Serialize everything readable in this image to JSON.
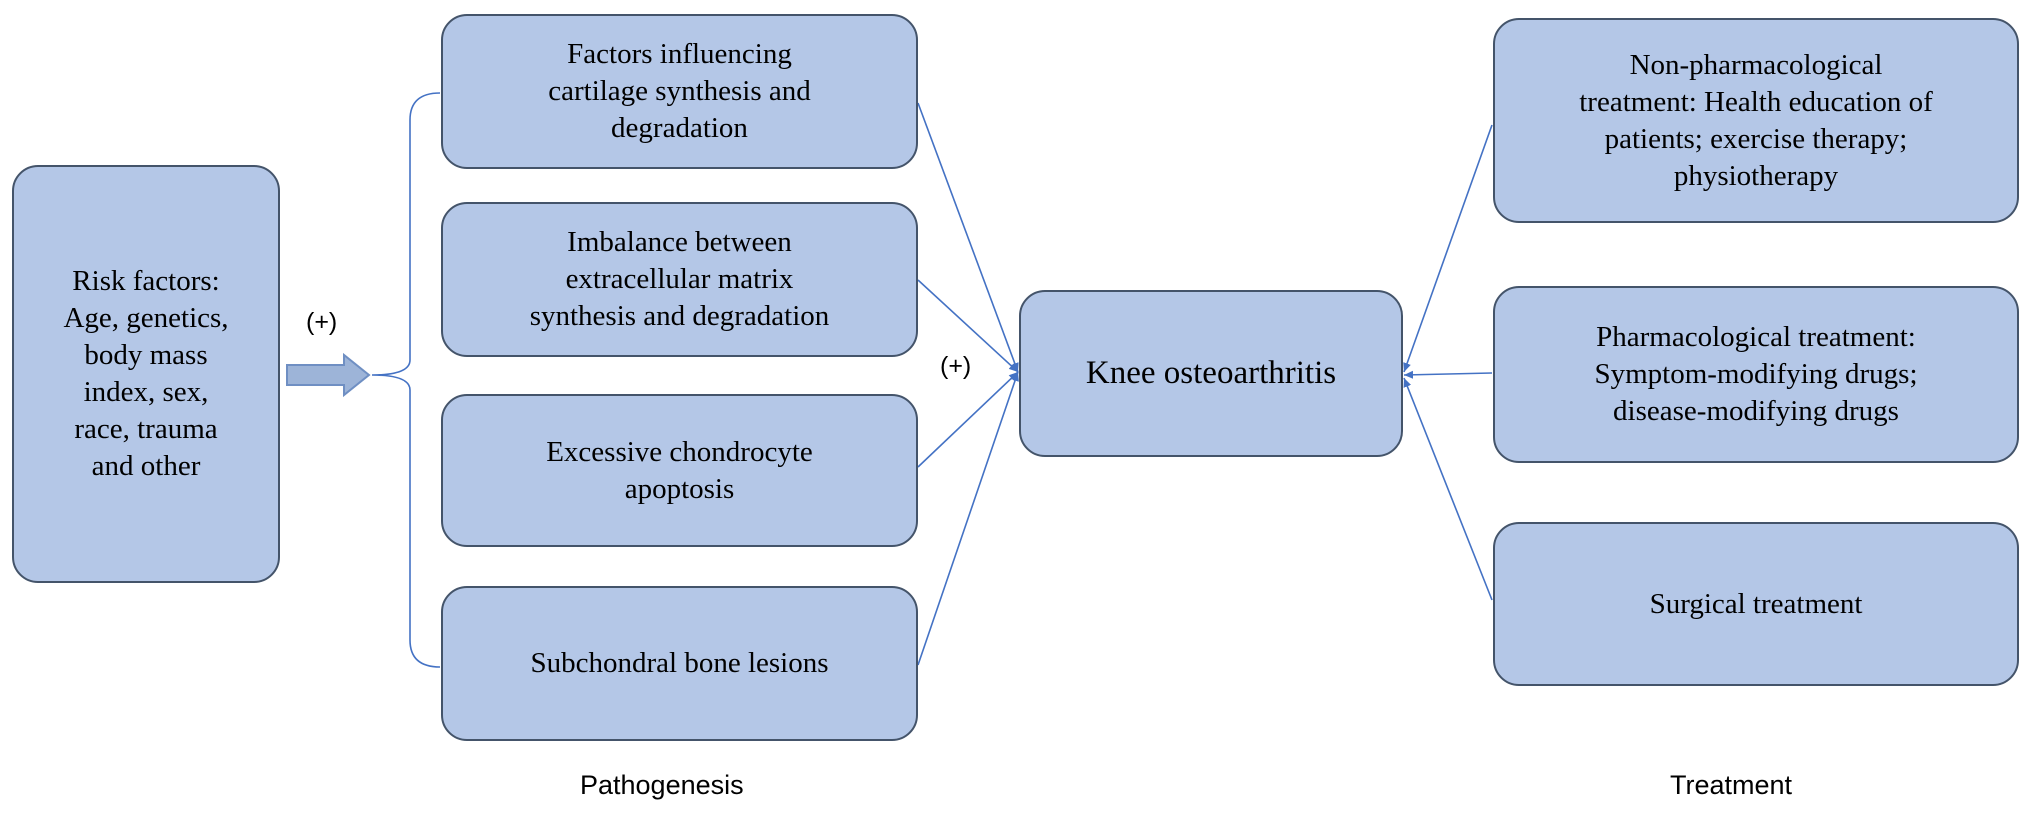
{
  "risk_factors": {
    "text": "Risk factors:\nAge, genetics,\nbody mass\nindex, sex,\nrace, trauma\nand other"
  },
  "pathogenesis": {
    "items": [
      {
        "text": "Factors influencing\ncartilage synthesis and\ndegradation"
      },
      {
        "text": "Imbalance between\nextracellular matrix\nsynthesis and degradation"
      },
      {
        "text": "Excessive chondrocyte\napoptosis"
      },
      {
        "text": "Subchondral bone lesions"
      }
    ],
    "caption": "Pathogenesis"
  },
  "center": {
    "text": "Knee osteoarthritis"
  },
  "treatment": {
    "items": [
      {
        "text": "Non-pharmacological\ntreatment: Health education of\npatients; exercise therapy;\nphysiotherapy"
      },
      {
        "text": "Pharmacological treatment:\nSymptom-modifying  drugs;\ndisease-modifying  drugs"
      },
      {
        "text": "Surgical treatment"
      }
    ],
    "caption": "Treatment"
  },
  "plus_labels": {
    "risk_to_pathogenesis": "(+)",
    "pathogenesis_to_knee": "(+)"
  },
  "colors": {
    "box_fill": "#b4c7e7",
    "box_border": "#44546a",
    "connector": "#4472c4"
  }
}
